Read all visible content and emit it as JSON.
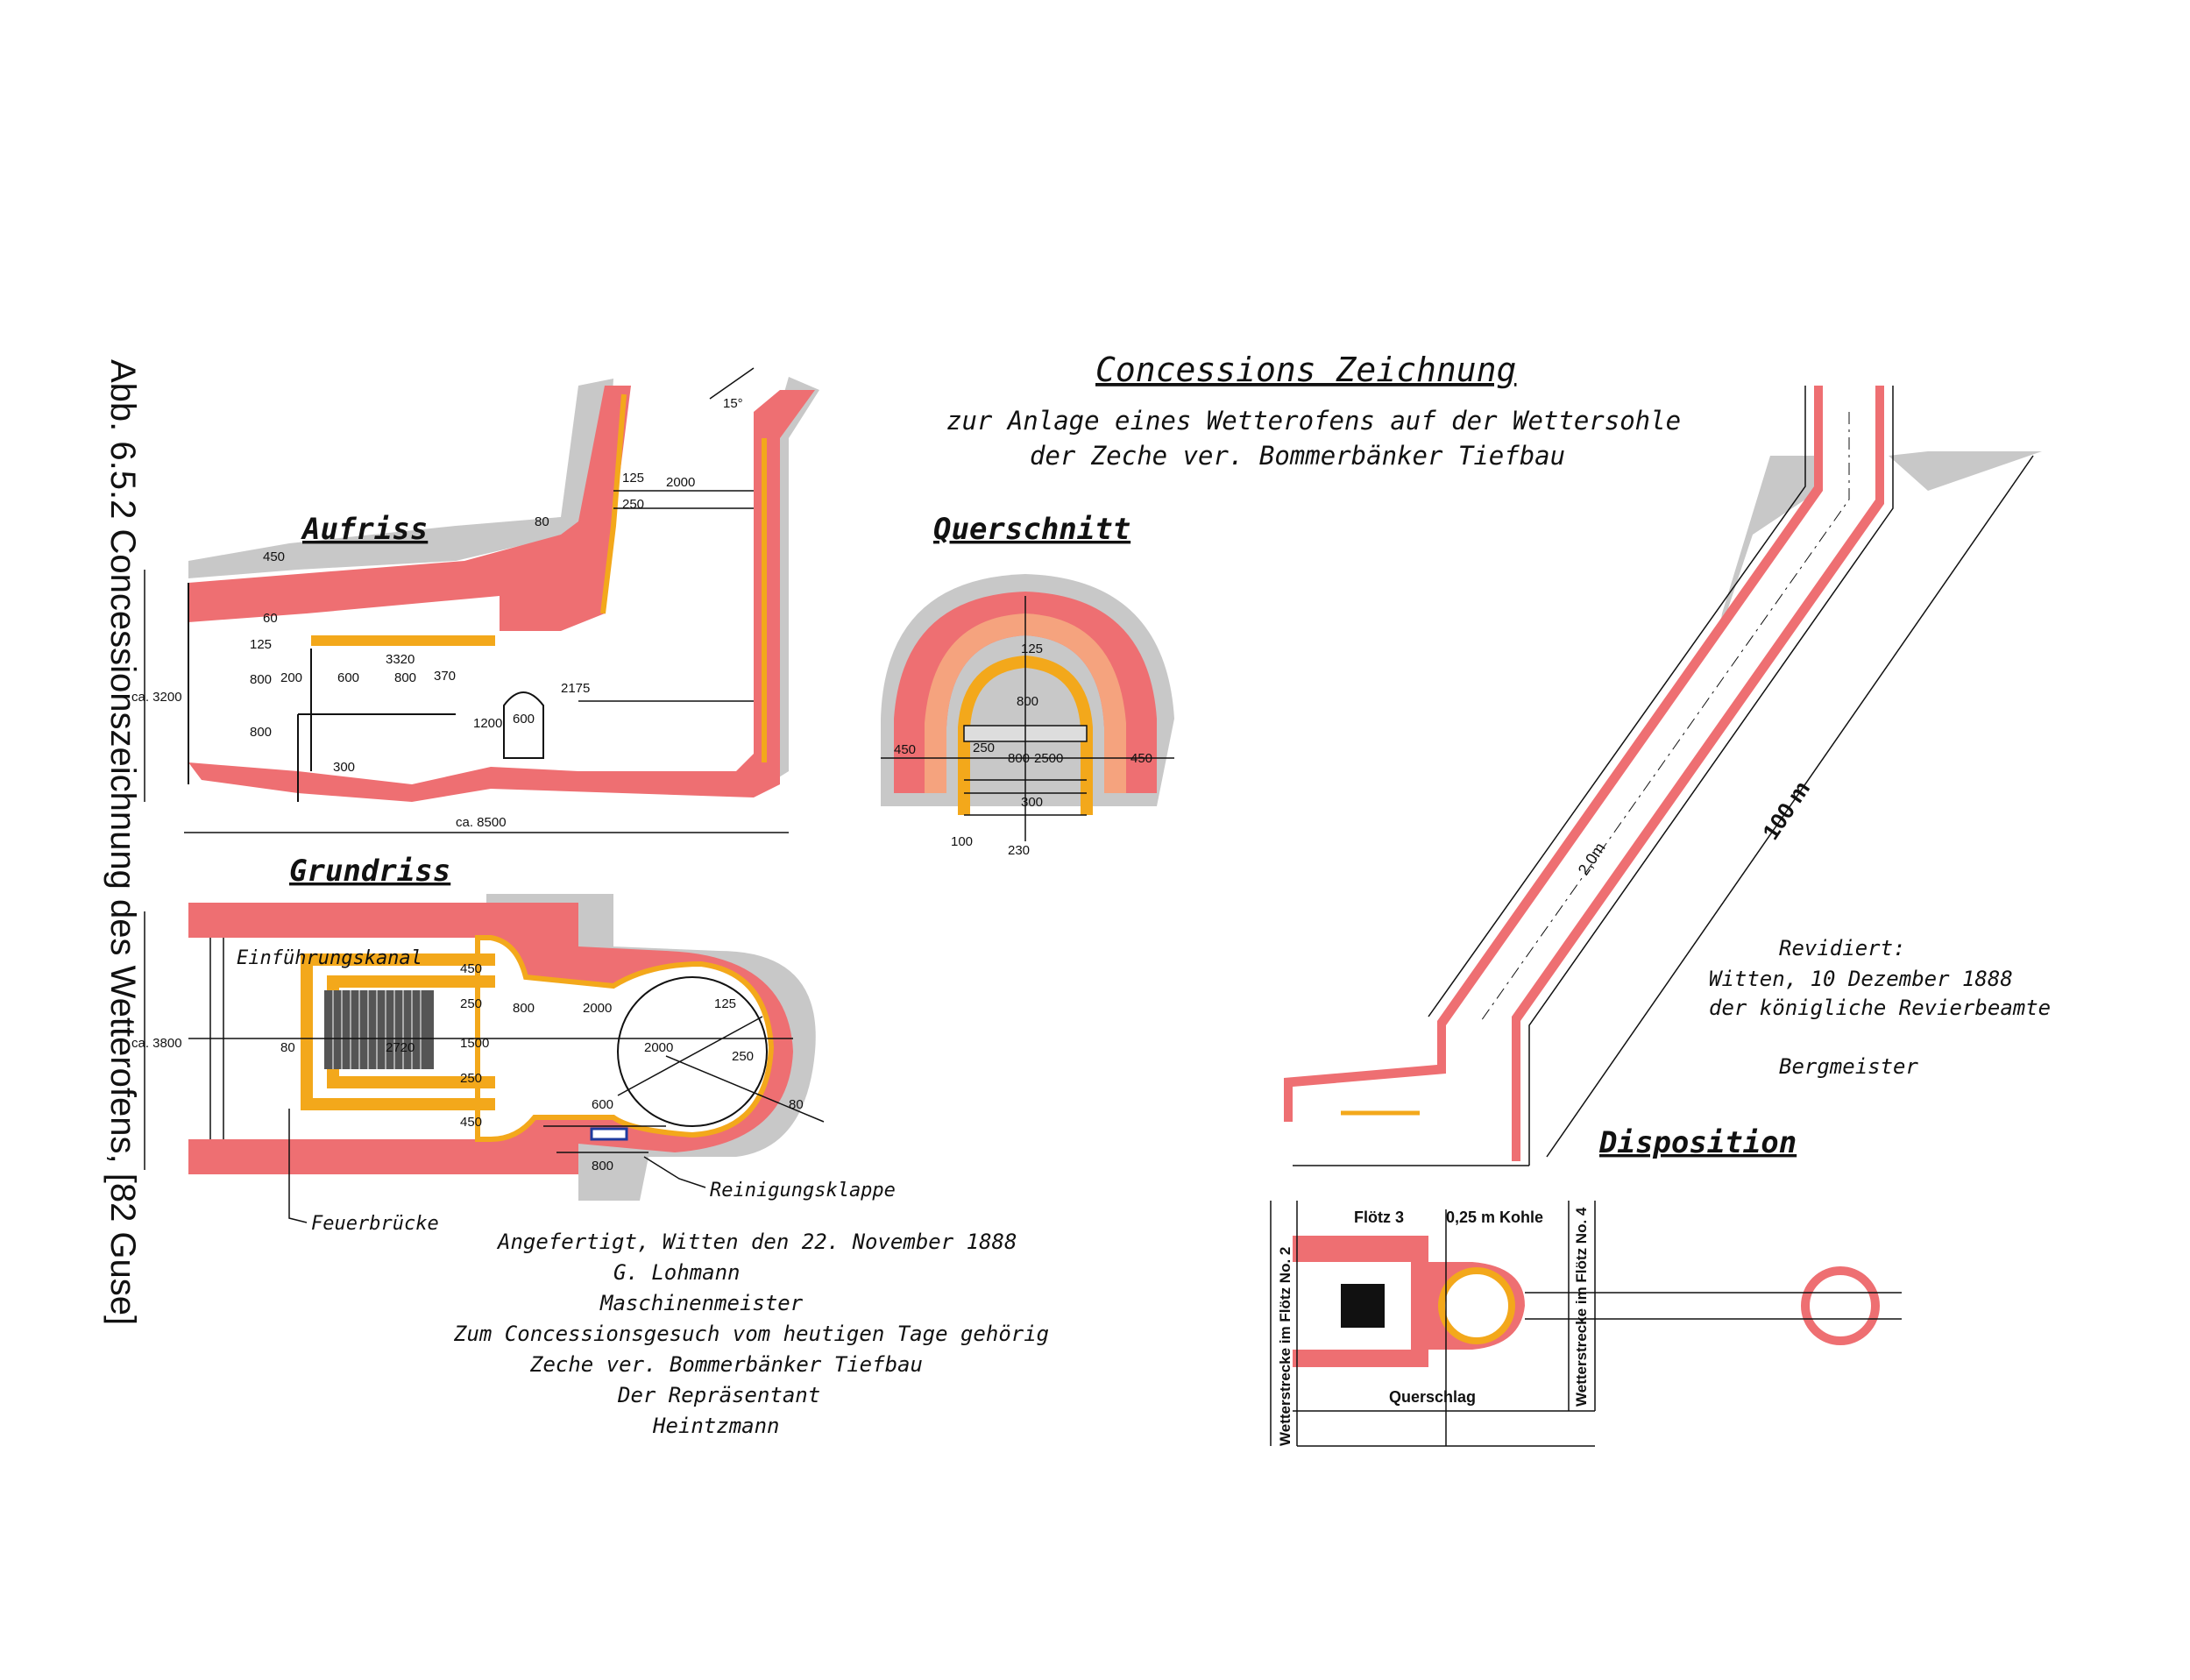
{
  "caption": "Abb. 6.5.2 Concessionszeichnung des Wetterofens, [82 Guse]",
  "title": {
    "main": "Concessions Zeichnung",
    "line1": "zur Anlage eines Wetterofens auf der Wettersohle",
    "line2": "der Zeche ver. Bommerbänker Tiefbau"
  },
  "views": {
    "aufriss": "Aufriss",
    "querschnitt": "Querschnitt",
    "grundriss": "Grundriss",
    "disposition": "Disposition"
  },
  "labels": {
    "einfuehrungskanal": "Einführungskanal",
    "feuerbruecke": "Feuerbrücke",
    "reinigungsklappe": "Reinigungsklappe",
    "floetz3": "Flötz 3",
    "kohle": "0,25 m Kohle",
    "querschlag": "Querschlag",
    "wetterstrecke2": "Wetterstrecke im Flötz No. 2",
    "wetterstrecke4": "Wetterstrecke im Flötz No. 4",
    "length_100m": "100 m",
    "diam_20m": "2,0m",
    "angle": "15°"
  },
  "dims_aufriss": {
    "d125": "125",
    "d2000": "2000",
    "d250": "250",
    "d80": "80",
    "d450": "450",
    "d60": "60",
    "d125b": "125",
    "d3320": "3320",
    "d800a": "800",
    "d200": "200",
    "d600": "600",
    "d800b": "800",
    "d370": "370",
    "d2175": "2175",
    "d1200": "1200",
    "d600b": "600",
    "d800c": "800",
    "d300": "300",
    "ca3200": "ca. 3200",
    "ca8500": "ca. 8500"
  },
  "dims_querschnitt": {
    "d125": "125",
    "d800": "800",
    "d450l": "450",
    "d250": "250",
    "d800b": "800",
    "d2500": "2500",
    "d450r": "450",
    "d300": "300",
    "d100": "100",
    "d230": "230"
  },
  "dims_grundriss": {
    "ca3800": "ca. 3800",
    "d450t": "450",
    "d250a": "250",
    "d1500": "1500",
    "d250b": "250",
    "d450b": "450",
    "d800": "800",
    "d2000": "2000",
    "d125": "125",
    "d2000b": "2000",
    "d250": "250",
    "d80": "80",
    "d2720": "2720",
    "d600": "600",
    "d800b": "800",
    "d80b": "80"
  },
  "signatures": {
    "angefertigt": "Angefertigt, Witten den 22. November 1888",
    "name1": "G. Lohmann",
    "role1": "Maschinenmeister",
    "zum": "Zum Concessionsgesuch vom heutigen Tage gehörig",
    "zeche": "Zeche ver. Bommerbänker Tiefbau",
    "repr": "Der Repräsentant",
    "name2": "Heintzmann"
  },
  "revision": {
    "revidiert": "Revidiert:",
    "date": "Witten, 10 Dezember 1888",
    "office": "der königliche Revierbeamte",
    "title": "Bergmeister"
  },
  "colors": {
    "masonry_outer": "#ee6f72",
    "masonry_inner": "#f5a37e",
    "lining": "#f3a81b",
    "rock": "#c8c8c8",
    "line": "#111111"
  }
}
